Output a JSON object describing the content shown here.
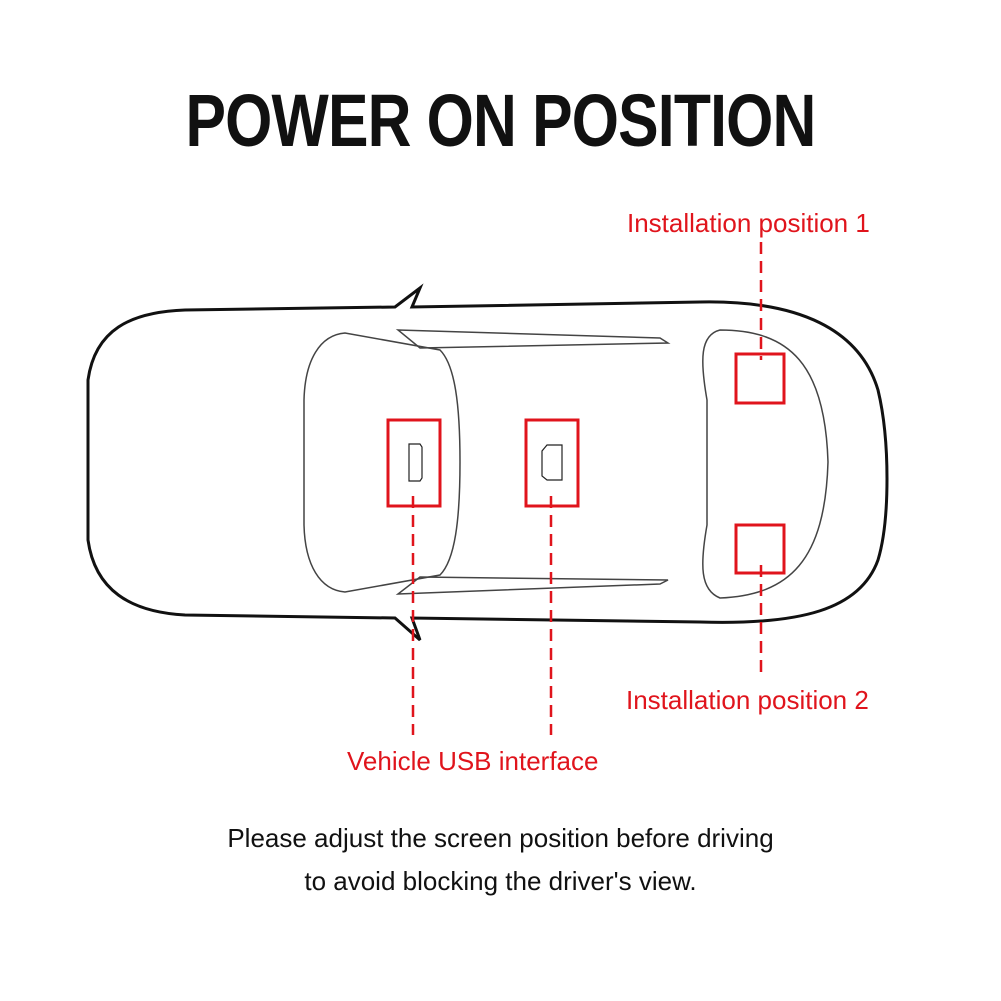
{
  "title": "POWER ON POSITION",
  "labels": {
    "position1": "Installation position 1",
    "position2": "Installation position 2",
    "usb": "Vehicle USB interface"
  },
  "note": {
    "line1": "Please adjust the screen position before driving",
    "line2": "to avoid blocking the driver's view."
  },
  "colors": {
    "accent": "#e0141c",
    "outline": "#111111"
  }
}
